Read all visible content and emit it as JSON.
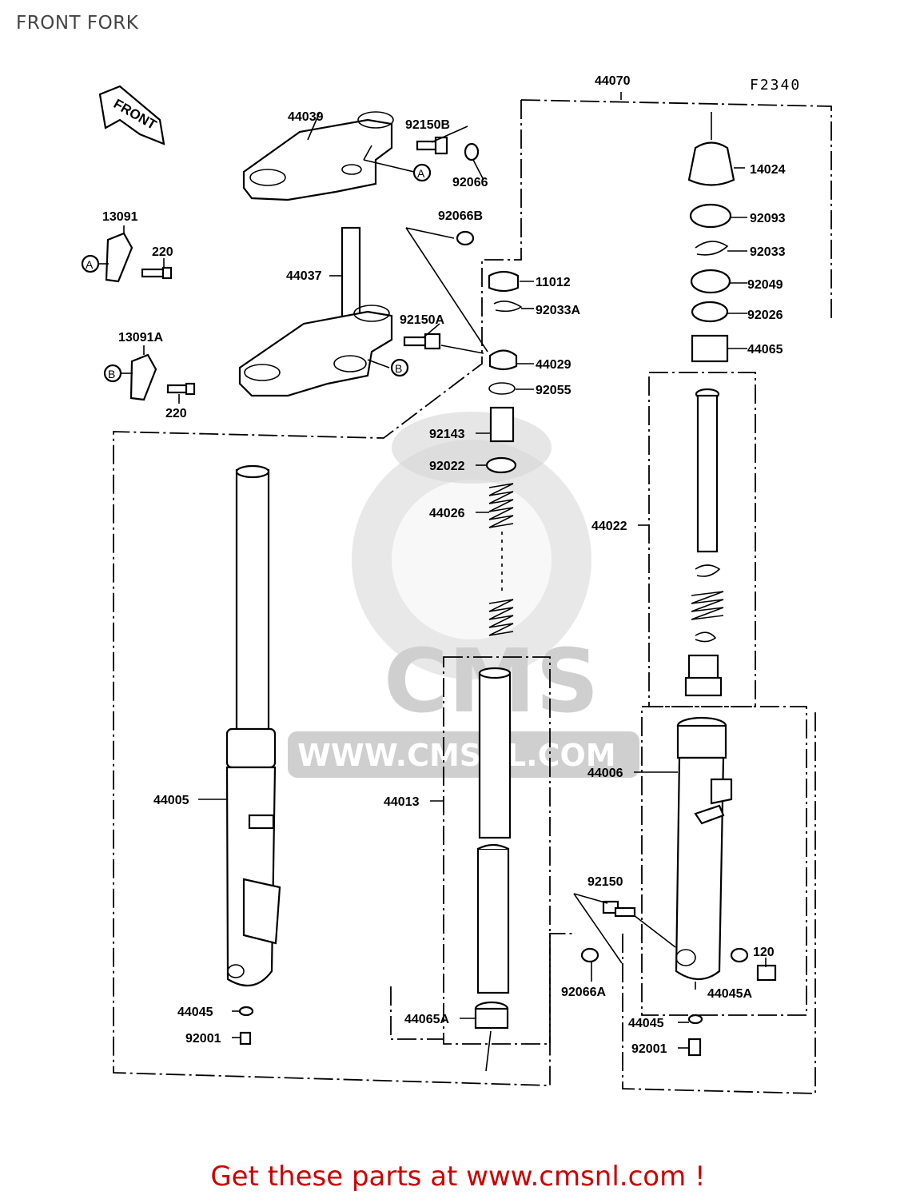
{
  "page": {
    "title": "FRONT FORK",
    "footer": "Get these parts at www.cmsnl.com !"
  },
  "diagram": {
    "figure_code": "F2340",
    "front_arrow": "FRONT",
    "watermark": {
      "logo_text": "CMS",
      "url_text": "WWW.CMSNL.COM"
    },
    "ref_markers": {
      "a": "A",
      "b": "B"
    },
    "part_labels": {
      "p44070": "44070",
      "p44039": "44039",
      "p92150B": "92150B",
      "p92066": "92066",
      "p13091": "13091",
      "p220_top": "220",
      "p92066B": "92066B",
      "p44037": "44037",
      "p92150A": "92150A",
      "p13091A": "13091A",
      "p220_bottom": "220",
      "p14024": "14024",
      "p92093": "92093",
      "p92033": "92033",
      "p92049": "92049",
      "p92026": "92026",
      "p44065": "44065",
      "p11012": "11012",
      "p92033A": "92033A",
      "p44029": "44029",
      "p92055": "92055",
      "p92143": "92143",
      "p92022": "92022",
      "p44026": "44026",
      "p44022": "44022",
      "p44005": "44005",
      "p44013": "44013",
      "p44006": "44006",
      "p92150": "92150",
      "p120": "120",
      "p44045A": "44045A",
      "p92066A": "92066A",
      "p44065A": "44065A",
      "p44045_left": "44045",
      "p92001_left": "92001",
      "p44045_right": "44045",
      "p92001_right": "92001"
    }
  }
}
